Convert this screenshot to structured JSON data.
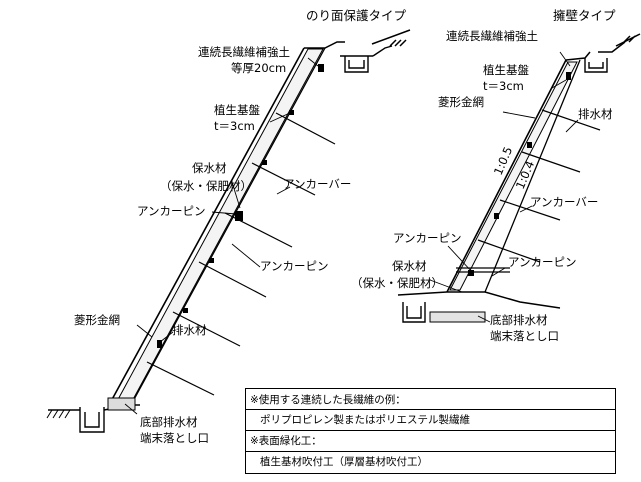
{
  "left_title": "のり面保護タイプ",
  "right_title": "擁壁タイプ",
  "left_labels": {
    "fiber_soil": "連続長繊維補強土",
    "fiber_thickness": "等厚20cm",
    "vegetation": "植生基盤",
    "vegetation_thickness": "t＝3cm",
    "water_retention": "保水材",
    "water_retention_detail": "（保水・保肥材）",
    "anchor_bar": "アンカーバー",
    "anchor_pin_1": "アンカーピン",
    "anchor_pin_2": "アンカーピン",
    "wire_mesh": "菱形金網",
    "drain": "排水材",
    "bottom_drain": "底部排水材",
    "end_drop": "端末落とし口"
  },
  "right_labels": {
    "fiber_soil": "連続長繊維補強土",
    "vegetation": "植生基盤",
    "vegetation_thickness": "t＝3cm",
    "wire_mesh": "菱形金網",
    "drain": "排水材",
    "slope_1": "1:0.5",
    "slope_2": "1:0.4",
    "anchor_bar": "アンカーバー",
    "anchor_pin_1": "アンカーピン",
    "anchor_pin_2": "アンカーピン",
    "water_retention": "保水材",
    "water_retention_detail": "（保水・保肥材）",
    "bottom_drain": "底部排水材",
    "end_drop": "端末落とし口"
  },
  "notes": {
    "fiber_heading": "※使用する連続した長繊維の例：",
    "fiber_value": "ポリプロピレン製またはポリエステル製繊維",
    "greening_heading": "※表面緑化工：",
    "greening_value": "植生基材吹付工（厚層基材吹付工）"
  }
}
